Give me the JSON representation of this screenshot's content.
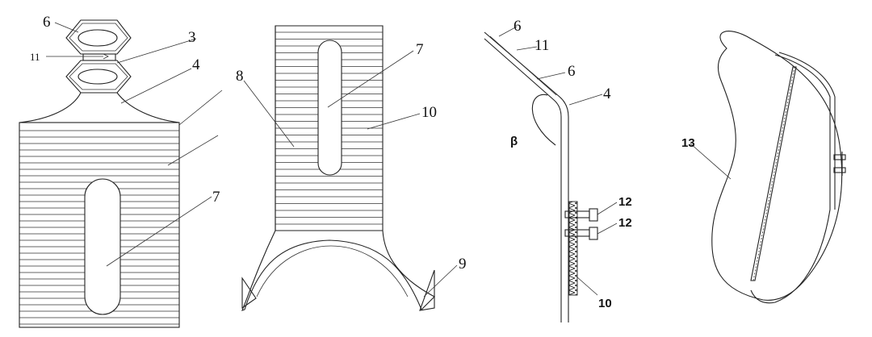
{
  "figure1": {
    "labels": [
      "6",
      "3",
      "11",
      "4",
      "7"
    ]
  },
  "figure2": {
    "labels": [
      "8",
      "7",
      "10",
      "9"
    ]
  },
  "figure3": {
    "labels": [
      "6",
      "11",
      "6",
      "4",
      "β",
      "12",
      "12",
      "10"
    ]
  },
  "figure4": {
    "labels": [
      "13"
    ]
  }
}
